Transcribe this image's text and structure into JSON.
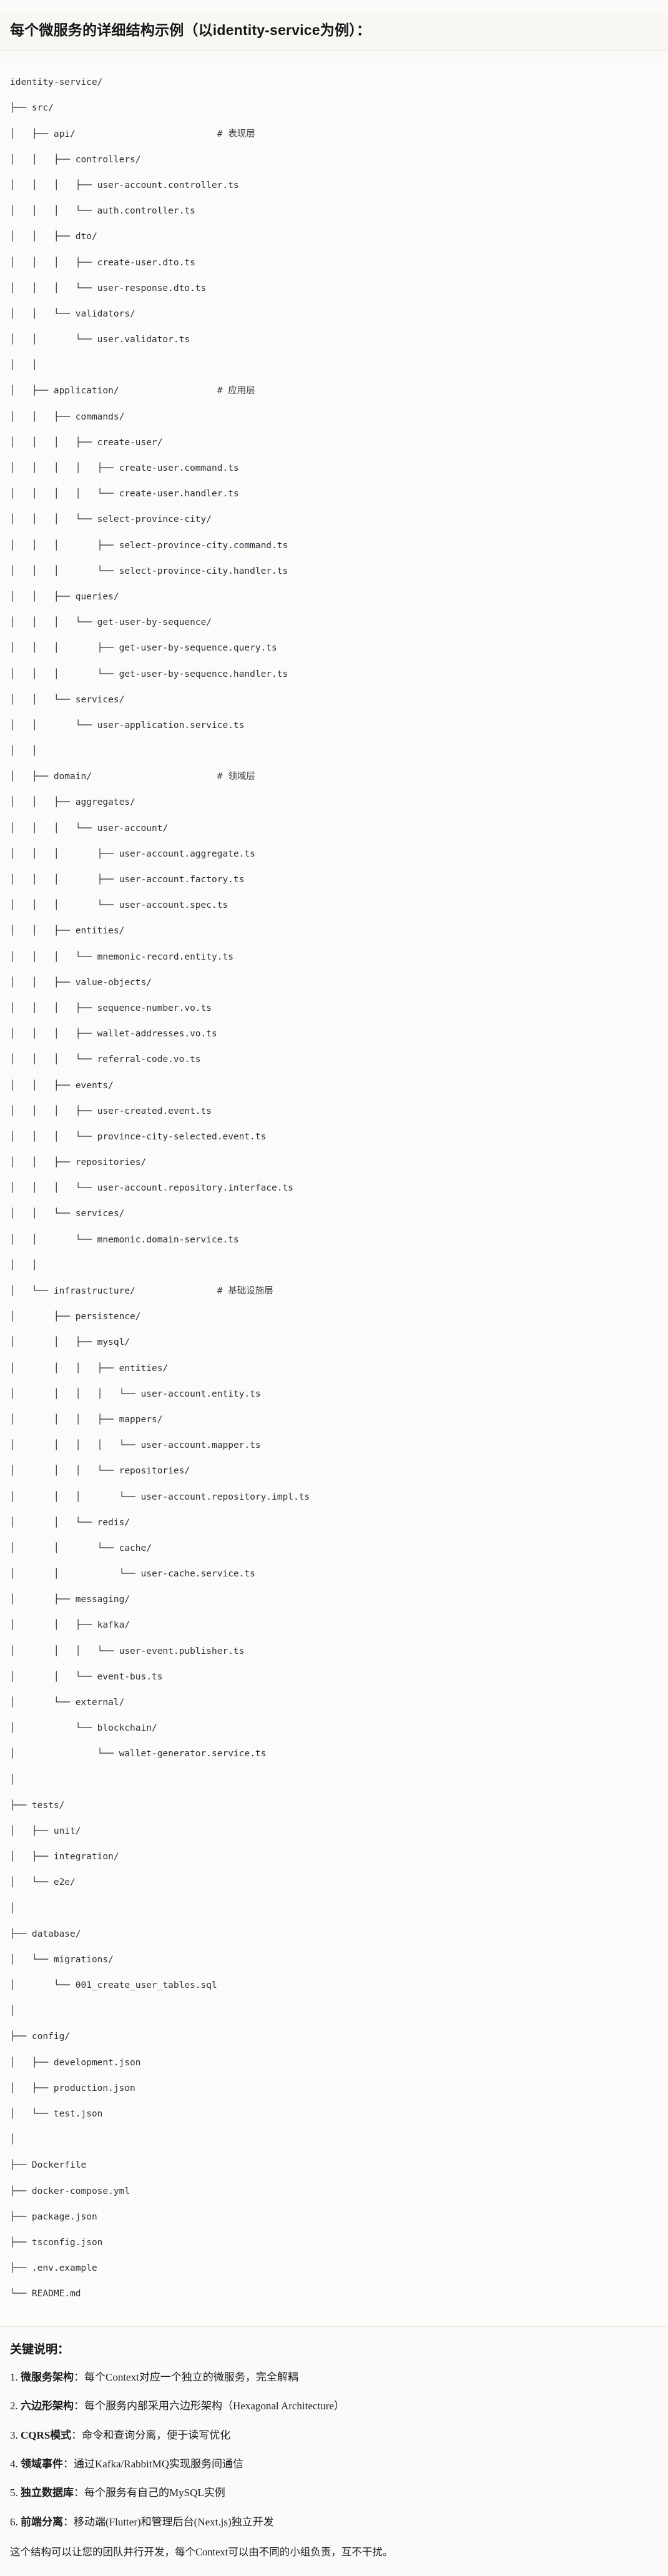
{
  "heading": "每个微服务的详细结构示例（以identity-service为例）：",
  "tree": {
    "comment_column": 38,
    "lines": [
      {
        "text": "identity-service/"
      },
      {
        "text": "├── src/"
      },
      {
        "text": "│   ├── api/",
        "comment": "# 表现层"
      },
      {
        "text": "│   │   ├── controllers/"
      },
      {
        "text": "│   │   │   ├── user-account.controller.ts"
      },
      {
        "text": "│   │   │   └── auth.controller.ts"
      },
      {
        "text": "│   │   ├── dto/"
      },
      {
        "text": "│   │   │   ├── create-user.dto.ts"
      },
      {
        "text": "│   │   │   └── user-response.dto.ts"
      },
      {
        "text": "│   │   └── validators/"
      },
      {
        "text": "│   │       └── user.validator.ts"
      },
      {
        "text": "│   │"
      },
      {
        "text": "│   ├── application/",
        "comment": "# 应用层"
      },
      {
        "text": "│   │   ├── commands/"
      },
      {
        "text": "│   │   │   ├── create-user/"
      },
      {
        "text": "│   │   │   │   ├── create-user.command.ts"
      },
      {
        "text": "│   │   │   │   └── create-user.handler.ts"
      },
      {
        "text": "│   │   │   └── select-province-city/"
      },
      {
        "text": "│   │   │       ├── select-province-city.command.ts"
      },
      {
        "text": "│   │   │       └── select-province-city.handler.ts"
      },
      {
        "text": "│   │   ├── queries/"
      },
      {
        "text": "│   │   │   └── get-user-by-sequence/"
      },
      {
        "text": "│   │   │       ├── get-user-by-sequence.query.ts"
      },
      {
        "text": "│   │   │       └── get-user-by-sequence.handler.ts"
      },
      {
        "text": "│   │   └── services/"
      },
      {
        "text": "│   │       └── user-application.service.ts"
      },
      {
        "text": "│   │"
      },
      {
        "text": "│   ├── domain/",
        "comment": "# 领域层"
      },
      {
        "text": "│   │   ├── aggregates/"
      },
      {
        "text": "│   │   │   └── user-account/"
      },
      {
        "text": "│   │   │       ├── user-account.aggregate.ts"
      },
      {
        "text": "│   │   │       ├── user-account.factory.ts"
      },
      {
        "text": "│   │   │       └── user-account.spec.ts"
      },
      {
        "text": "│   │   ├── entities/"
      },
      {
        "text": "│   │   │   └── mnemonic-record.entity.ts"
      },
      {
        "text": "│   │   ├── value-objects/"
      },
      {
        "text": "│   │   │   ├── sequence-number.vo.ts"
      },
      {
        "text": "│   │   │   ├── wallet-addresses.vo.ts"
      },
      {
        "text": "│   │   │   └── referral-code.vo.ts"
      },
      {
        "text": "│   │   ├── events/"
      },
      {
        "text": "│   │   │   ├── user-created.event.ts"
      },
      {
        "text": "│   │   │   └── province-city-selected.event.ts"
      },
      {
        "text": "│   │   ├── repositories/"
      },
      {
        "text": "│   │   │   └── user-account.repository.interface.ts"
      },
      {
        "text": "│   │   └── services/"
      },
      {
        "text": "│   │       └── mnemonic.domain-service.ts"
      },
      {
        "text": "│   │"
      },
      {
        "text": "│   └── infrastructure/",
        "comment": "# 基础设施层"
      },
      {
        "text": "│       ├── persistence/"
      },
      {
        "text": "│       │   ├── mysql/"
      },
      {
        "text": "│       │   │   ├── entities/"
      },
      {
        "text": "│       │   │   │   └── user-account.entity.ts"
      },
      {
        "text": "│       │   │   ├── mappers/"
      },
      {
        "text": "│       │   │   │   └── user-account.mapper.ts"
      },
      {
        "text": "│       │   │   └── repositories/"
      },
      {
        "text": "│       │   │       └── user-account.repository.impl.ts"
      },
      {
        "text": "│       │   └── redis/"
      },
      {
        "text": "│       │       └── cache/"
      },
      {
        "text": "│       │           └── user-cache.service.ts"
      },
      {
        "text": "│       ├── messaging/"
      },
      {
        "text": "│       │   ├── kafka/"
      },
      {
        "text": "│       │   │   └── user-event.publisher.ts"
      },
      {
        "text": "│       │   └── event-bus.ts"
      },
      {
        "text": "│       └── external/"
      },
      {
        "text": "│           └── blockchain/"
      },
      {
        "text": "│               └── wallet-generator.service.ts"
      },
      {
        "text": "│"
      },
      {
        "text": "├── tests/"
      },
      {
        "text": "│   ├── unit/"
      },
      {
        "text": "│   ├── integration/"
      },
      {
        "text": "│   └── e2e/"
      },
      {
        "text": "│"
      },
      {
        "text": "├── database/"
      },
      {
        "text": "│   └── migrations/"
      },
      {
        "text": "│       └── 001_create_user_tables.sql"
      },
      {
        "text": "│"
      },
      {
        "text": "├── config/"
      },
      {
        "text": "│   ├── development.json"
      },
      {
        "text": "│   ├── production.json"
      },
      {
        "text": "│   └── test.json"
      },
      {
        "text": "│"
      },
      {
        "text": "├── Dockerfile"
      },
      {
        "text": "├── docker-compose.yml"
      },
      {
        "text": "├── package.json"
      },
      {
        "text": "├── tsconfig.json"
      },
      {
        "text": "├── .env.example"
      },
      {
        "text": "└── README.md"
      }
    ]
  },
  "notes": {
    "title": "关键说明：",
    "items": [
      {
        "num": "1.",
        "term": "微服务架构",
        "sep": "：",
        "desc": "每个Context对应一个独立的微服务，完全解耦"
      },
      {
        "num": "2.",
        "term": "六边形架构",
        "sep": "：",
        "desc": "每个服务内部采用六边形架构（Hexagonal Architecture）"
      },
      {
        "num": "3.",
        "term": "CQRS模式",
        "sep": "：",
        "desc": "命令和查询分离，便于读写优化"
      },
      {
        "num": "4.",
        "term": "领域事件",
        "sep": "：",
        "desc": "通过Kafka/RabbitMQ实现服务间通信"
      },
      {
        "num": "5.",
        "term": "独立数据库",
        "sep": "：",
        "desc": "每个服务有自己的MySQL实例"
      },
      {
        "num": "6.",
        "term": "前端分离",
        "sep": "：",
        "desc": "移动端(Flutter)和管理后台(Next.js)独立开发"
      }
    ],
    "closing": "这个结构可以让您的团队并行开发，每个Context可以由不同的小组负责，互不干扰。"
  }
}
